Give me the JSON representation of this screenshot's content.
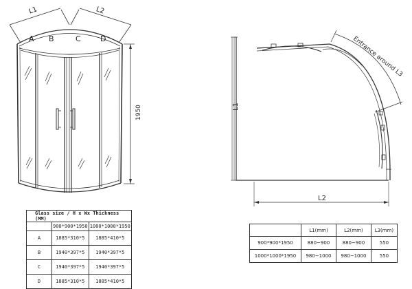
{
  "front_view": {
    "dim_l1": "L1",
    "dim_l2": "L2",
    "height": "1950",
    "panels": [
      "A",
      "B",
      "C",
      "D"
    ]
  },
  "plan_view": {
    "dim_l1": "L1",
    "dim_l2": "L2",
    "entrance": "Entrance around L3"
  },
  "glass_table": {
    "title": "Glass size / H x Wx Thickness (MM)",
    "columns": [
      "900*900*1950",
      "1000*1000*1950"
    ],
    "rows": [
      {
        "panel": "A",
        "v1": "1885*310*5",
        "v2": "1885*410*5"
      },
      {
        "panel": "B",
        "v1": "1940*397*5",
        "v2": "1940*397*5"
      },
      {
        "panel": "C",
        "v1": "1940*397*5",
        "v2": "1940*397*5"
      },
      {
        "panel": "D",
        "v1": "1885*310*5",
        "v2": "1885*410*5"
      }
    ]
  },
  "size_table": {
    "headers": [
      "",
      "L1(mm)",
      "L2(mm)",
      "L3(mm)"
    ],
    "rows": [
      {
        "size": "900*900*1950",
        "l1": "880~900",
        "l2": "880~900",
        "l3": "550"
      },
      {
        "size": "1000*1000*1950",
        "l1": "980~1000",
        "l2": "980~1000",
        "l3": "550"
      }
    ]
  }
}
